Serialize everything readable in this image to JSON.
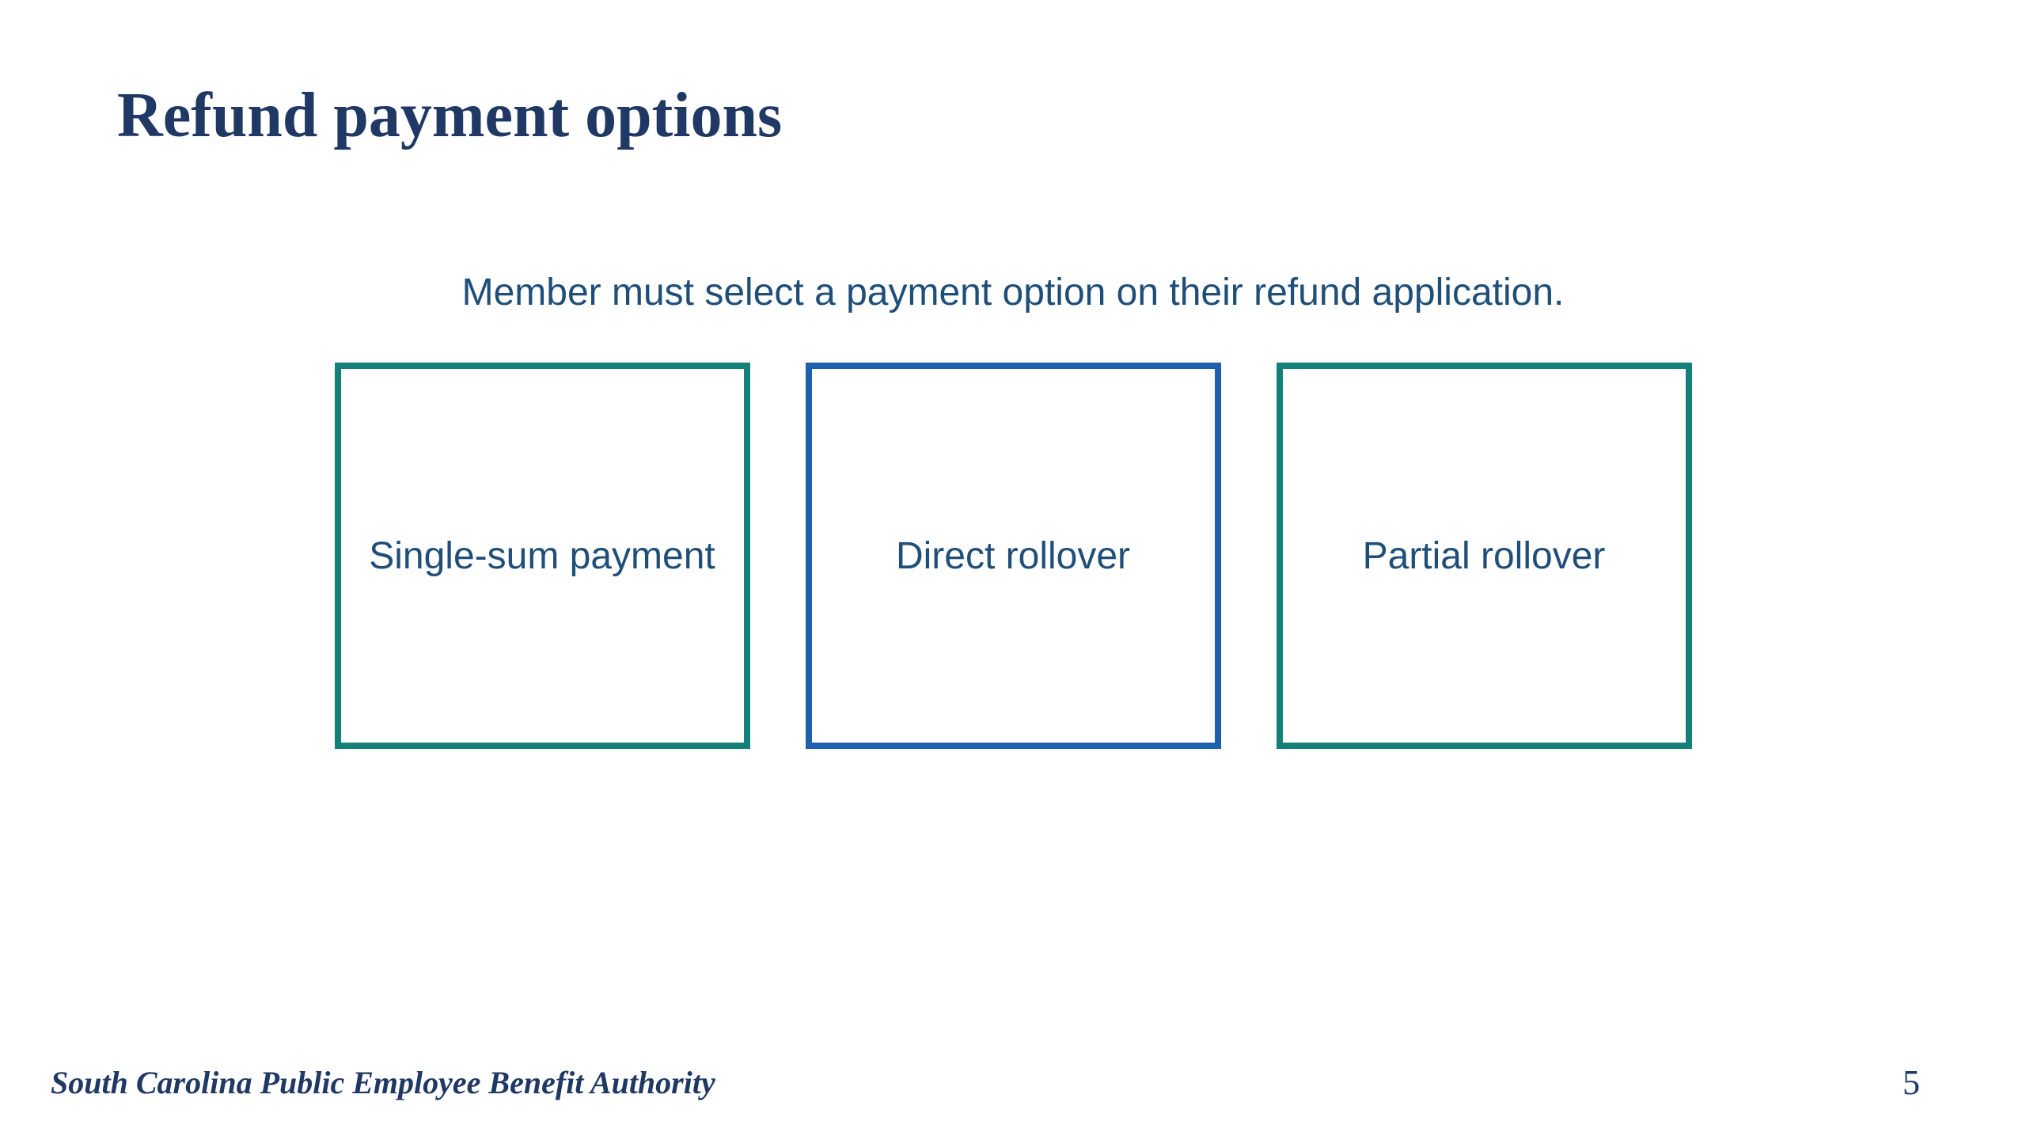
{
  "page": {
    "title": "Refund payment options",
    "subtitle": "Member must select a payment option on their refund application.",
    "footer": "South Carolina Public Employee Benefit Authority",
    "page_number": "5"
  },
  "options": [
    {
      "label": "Single-sum payment",
      "border_color": "#14807a"
    },
    {
      "label": "Direct rollover",
      "border_color": "#1e5fae"
    },
    {
      "label": "Partial rollover",
      "border_color": "#14807a"
    }
  ],
  "colors": {
    "background": "#ffffff",
    "title_text": "#1f3864",
    "body_text": "#1f4e79",
    "footer_text": "#1f3864",
    "teal_accent": "#14807a",
    "blue_accent": "#1e5fae"
  }
}
